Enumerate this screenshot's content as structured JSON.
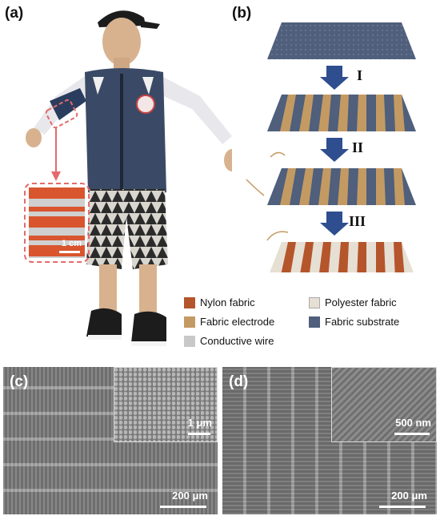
{
  "panels": {
    "a": "(a)",
    "b": "(b)",
    "c": "(c)",
    "d": "(d)"
  },
  "inset_scale_a": "1 cm",
  "steps": [
    "I",
    "II",
    "III"
  ],
  "legend": [
    {
      "label": "Nylon fabric",
      "color": "#b5552b"
    },
    {
      "label": "Polyester fabric",
      "color": "#e6dfd3"
    },
    {
      "label": "Fabric electrode",
      "color": "#c49a63"
    },
    {
      "label": "Fabric substrate",
      "color": "#4f5f7c"
    },
    {
      "label": "Conductive wire",
      "color": "#c8c8c8"
    }
  ],
  "sem_c": {
    "inset_scale": "1 μm",
    "main_scale": "200 μm"
  },
  "sem_d": {
    "inset_scale": "500 nm",
    "main_scale": "200 μm"
  }
}
